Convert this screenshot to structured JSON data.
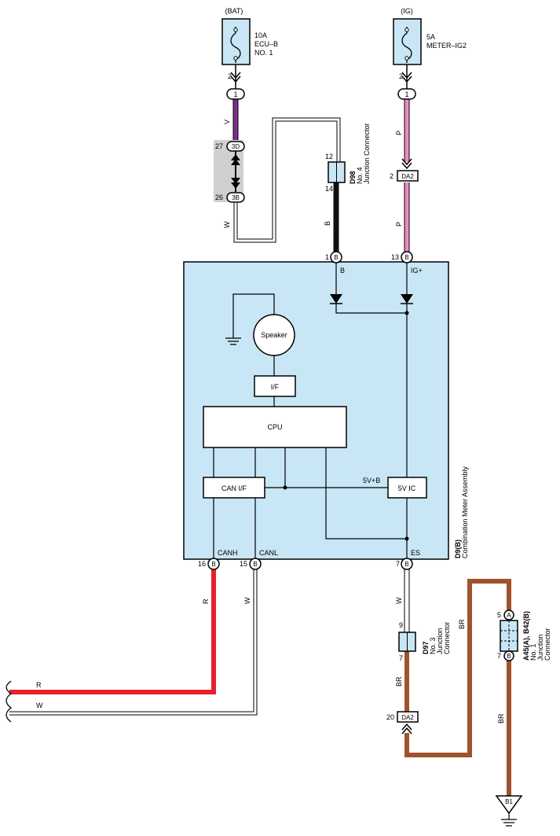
{
  "colors": {
    "violet": "#7b2e8e",
    "pink": "#ef8ac3",
    "black": "#111111",
    "white_wire": "#ffffff",
    "red": "#e8202a",
    "brown": "#a0522d",
    "component_fill": "#c8e6f5",
    "connector_shade": "#d0d0d0"
  },
  "fuses": {
    "bat": {
      "source": "(BAT)",
      "line1": "10A",
      "line2": "ECU–B",
      "line3": "NO. 1",
      "pin": "2"
    },
    "ig": {
      "source": "(IG)",
      "line1": "5A",
      "line2": "METER–IG2",
      "pin": "2"
    }
  },
  "connectors": {
    "bat_1": "1",
    "ig_1": "1",
    "c3d": "3D",
    "c3d_pin": "27",
    "c3b": "3B",
    "c3b_pin": "26",
    "da2_top": "DA2",
    "da2_top_pin": "2",
    "da2_bottom": "DA2",
    "da2_bottom_pin": "20"
  },
  "junction_d98": {
    "code": "D98",
    "line1": "No. 4",
    "line2": "Junction Connector",
    "pin_top": "12",
    "pin_bottom": "14"
  },
  "junction_d97": {
    "code": "D97",
    "line1": "No. 3",
    "line2": "Junction",
    "line3": "Connector",
    "pin_top": "9",
    "pin_bottom": "7"
  },
  "junction_a45": {
    "code": "A45(A), B42(B)",
    "line1": "No. 1",
    "line2": "Junction",
    "line3": "Connector",
    "pin_a_num": "5",
    "pin_a": "A",
    "pin_b_num": "7",
    "pin_b": "B"
  },
  "meter": {
    "code": "D9(B)",
    "name": "Combination Meter Assembly",
    "pin_b_num": "1",
    "pin_b": "B",
    "pin_b_label": "B",
    "pin_ig_num": "13",
    "pin_ig": "B",
    "pin_ig_label": "IG+",
    "pin_canh_num": "16",
    "pin_canh": "B",
    "pin_canh_label": "CANH",
    "pin_canl_num": "15",
    "pin_canl": "B",
    "pin_canl_label": "CANL",
    "pin_es_num": "7",
    "pin_es": "B",
    "pin_es_label": "ES",
    "speaker": "Speaker",
    "if": "I/F",
    "cpu": "CPU",
    "can_if": "CAN I/F",
    "fivev_ic": "5V IC",
    "fivev_b": "5V+B"
  },
  "wires": {
    "v": "V",
    "w1": "W",
    "b": "B",
    "p1": "P",
    "p2": "P",
    "r": "R",
    "w2": "W",
    "w3": "W",
    "br1": "BR",
    "br2": "BR",
    "br3": "BR",
    "r_end": "R",
    "w_end": "W"
  },
  "ground": {
    "code": "B1"
  }
}
